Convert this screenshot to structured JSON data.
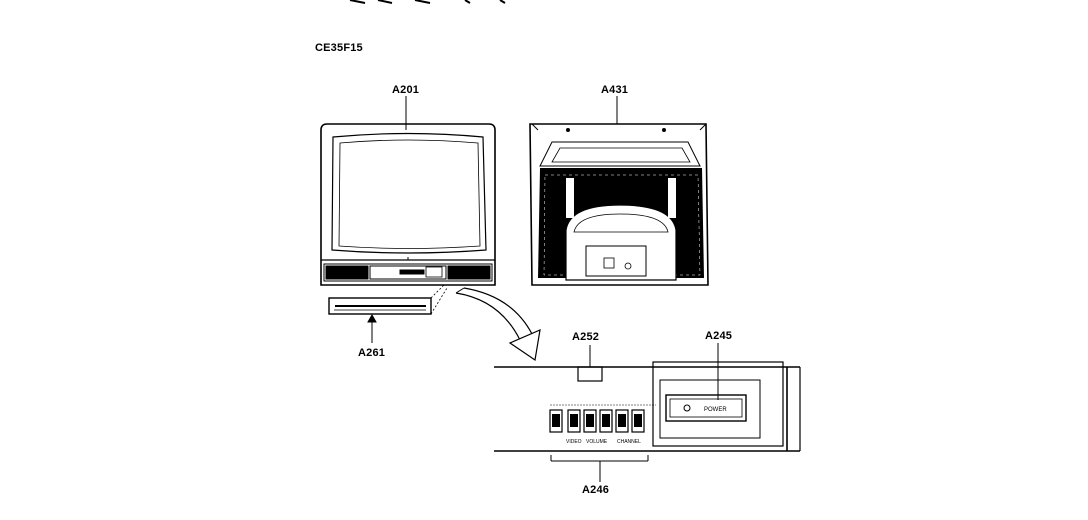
{
  "model": "CE35F15",
  "parts": {
    "front": "A201",
    "rear": "A431",
    "door": "A261",
    "panel": "A252",
    "power_switch": "A245",
    "buttons": "A246"
  },
  "panel_text": {
    "power": "POWER",
    "video": "VIDEO",
    "volume": "VOLUME",
    "channel": "CHANNEL"
  }
}
